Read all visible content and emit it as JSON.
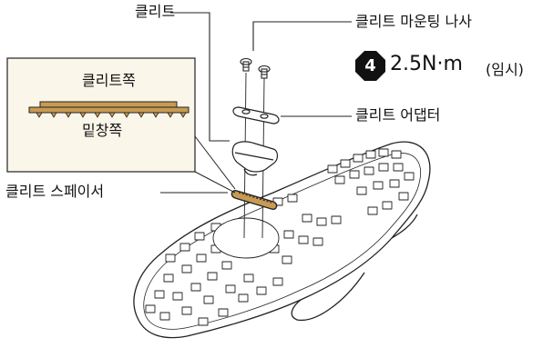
{
  "labels": {
    "cleat": "클리트",
    "mounting_bolt": "클리트 마운팅 나사",
    "adapter": "클리트 어댑터",
    "spacer": "클리트 스페이서"
  },
  "inset": {
    "cleat_side": "클리트쪽",
    "sole_side": "밑창쪽"
  },
  "torque": {
    "step": "4",
    "value": "2.5N·m",
    "note": "(임시)"
  }
}
